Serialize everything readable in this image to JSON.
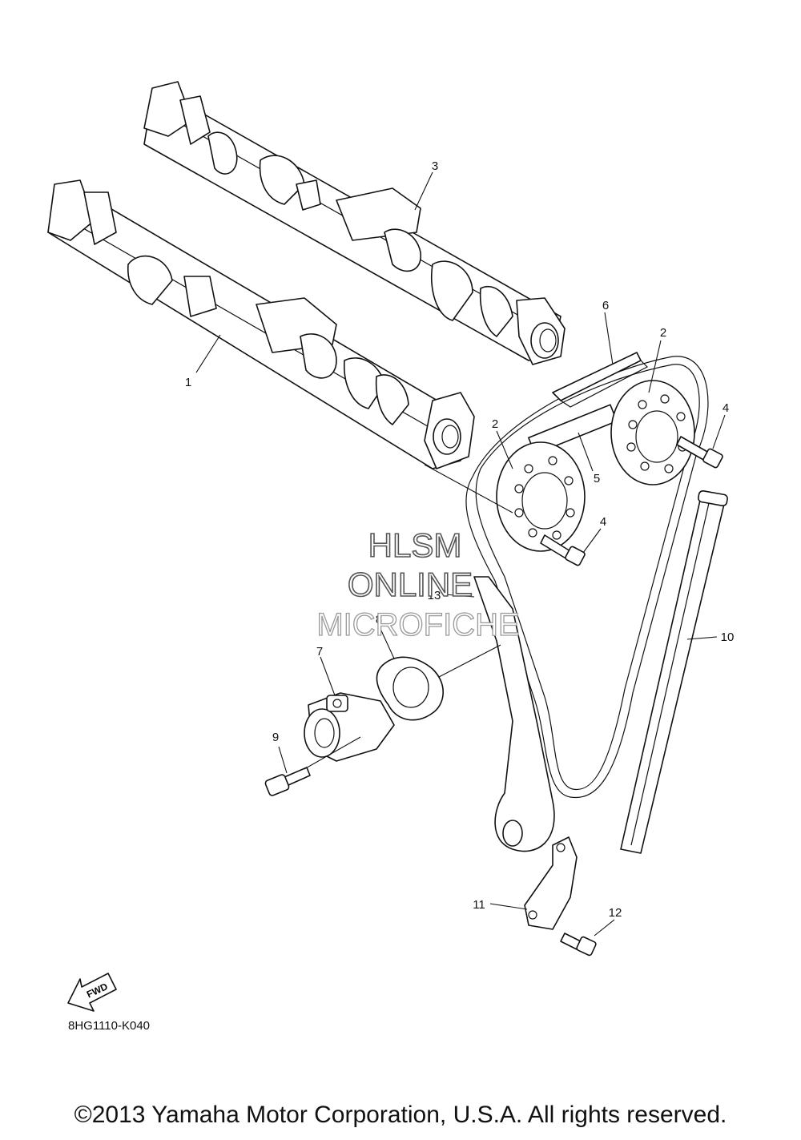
{
  "diagram": {
    "code": "8HG1110-K040",
    "fwd_label": "FWD",
    "watermark": [
      "HLSM",
      "ONLINE",
      "MICROFICHE"
    ],
    "callouts": [
      {
        "id": "c1",
        "text": "1"
      },
      {
        "id": "c2a",
        "text": "2"
      },
      {
        "id": "c2b",
        "text": "2"
      },
      {
        "id": "c3",
        "text": "3"
      },
      {
        "id": "c4a",
        "text": "4"
      },
      {
        "id": "c4b",
        "text": "4"
      },
      {
        "id": "c5",
        "text": "5"
      },
      {
        "id": "c6",
        "text": "6"
      },
      {
        "id": "c7",
        "text": "7"
      },
      {
        "id": "c8",
        "text": "8"
      },
      {
        "id": "c9",
        "text": "9"
      },
      {
        "id": "c10",
        "text": "10"
      },
      {
        "id": "c11",
        "text": "11"
      },
      {
        "id": "c12",
        "text": "12"
      },
      {
        "id": "c13",
        "text": "13"
      }
    ]
  },
  "footer": {
    "copyright": "©2013 Yamaha Motor Corporation, U.S.A. All rights reserved."
  }
}
